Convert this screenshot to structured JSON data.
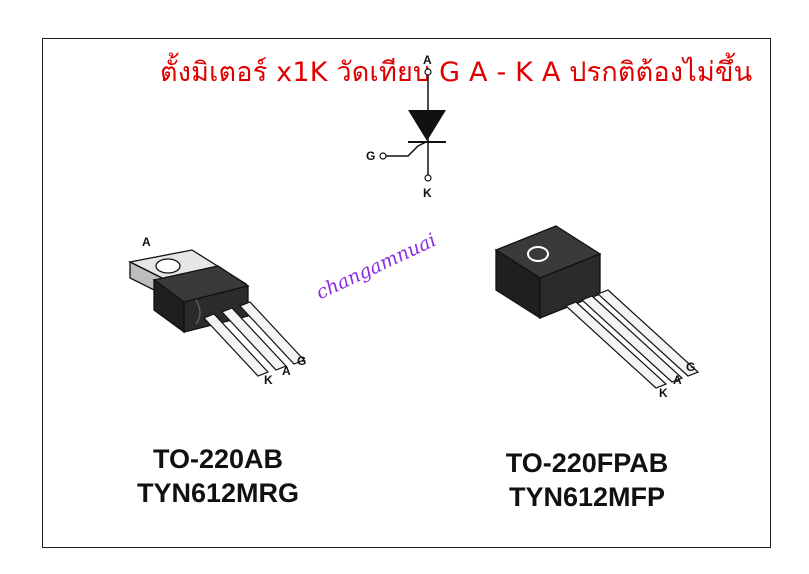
{
  "caption": "ตั้งมิเตอร์ x1K วัดเทียบ G A - K A ปรกติต้องไม่ขึ้น",
  "watermark": "changamnuai",
  "symbol": {
    "anode": "A",
    "gate": "G",
    "cathode": "K"
  },
  "package_left": {
    "tab_label": "A",
    "pins": {
      "k": "K",
      "a": "A",
      "g": "G"
    },
    "package_name": "TO-220AB",
    "part_number": "TYN612MRG"
  },
  "package_right": {
    "pins": {
      "k": "K",
      "a": "A",
      "g": "G"
    },
    "package_name": "TO-220FPAB",
    "part_number": "TYN612MFP"
  },
  "colors": {
    "caption": "#e00000",
    "watermark": "#8a2be2",
    "body": "#222222",
    "tab": "#e6e6e6"
  }
}
